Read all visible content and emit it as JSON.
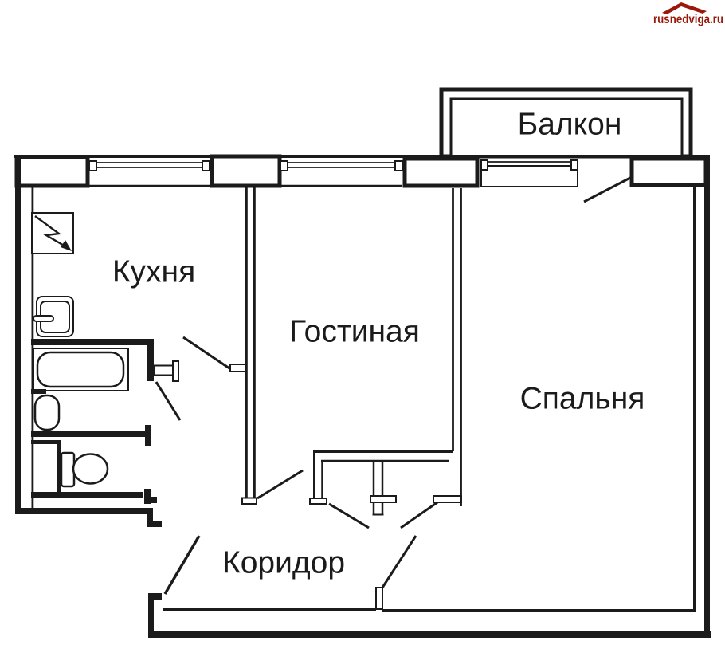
{
  "page": {
    "background": "#ffffff",
    "ink_color": "#1b1b1b"
  },
  "logo": {
    "text": "rusnedviga.ru",
    "color": "#9b190b"
  },
  "rooms": {
    "balcony": "Балкон",
    "kitchen": "Кухня",
    "living_room": "Гостиная",
    "bedroom": "Спальня",
    "corridor": "Коридор"
  },
  "fixtures": {
    "stove": "stove-symbol",
    "kitchen_sink": "sink-symbol",
    "bathtub": "bathtub-symbol",
    "washbasin": "washbasin-symbol",
    "toilet": "toilet-symbol"
  }
}
